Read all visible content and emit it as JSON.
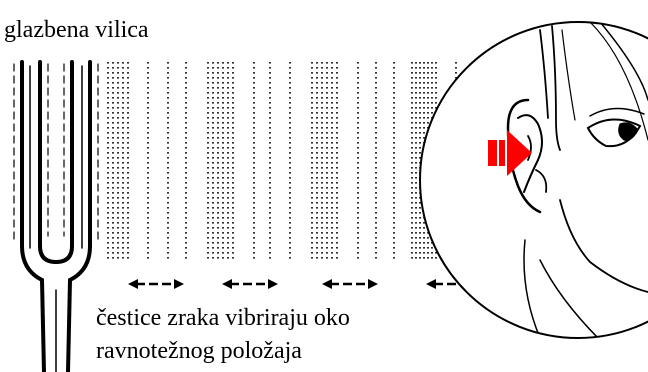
{
  "labels": {
    "tuning_fork": "glazbena vilica",
    "caption_line1": "čestice zraka vibriraju oko",
    "caption_line2": "ravnotežnog položaja"
  },
  "colors": {
    "ink": "#000000",
    "arrow": "#ff0000",
    "background": "#ffffff"
  },
  "icons": {
    "tuning_fork": "tuning-fork-icon",
    "ear": "ear-icon",
    "eye": "eye-icon",
    "sound_arrow": "sound-arrow-icon",
    "oscillation_arrow": "double-arrow-icon"
  }
}
